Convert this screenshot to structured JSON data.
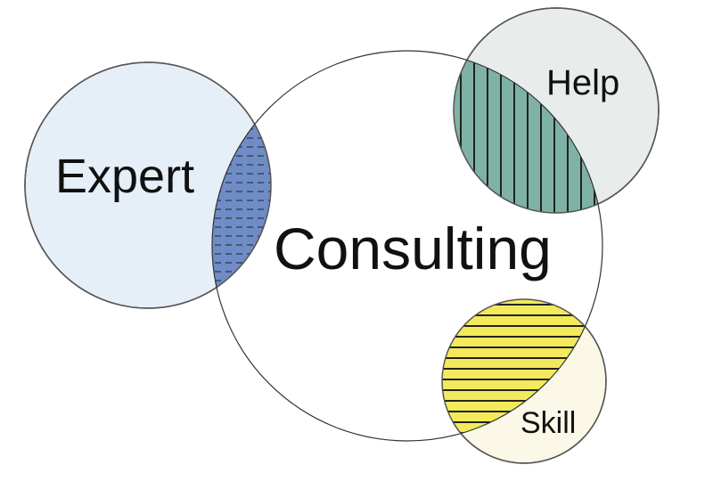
{
  "diagram": {
    "center_label": "Consulting",
    "circles": [
      {
        "id": "expert",
        "label": "Expert",
        "fill": "#e6eef8",
        "overlap_fill": "#6f8cc6",
        "overlap_pattern": "dashed-horizontal"
      },
      {
        "id": "help",
        "label": "Help",
        "fill": "#e8eceb",
        "overlap_fill": "#7fb2a6",
        "overlap_pattern": "vertical-lines"
      },
      {
        "id": "skill",
        "label": "Skill",
        "fill": "#fbf8e8",
        "overlap_fill": "#f2ea5a",
        "overlap_pattern": "horizontal-lines"
      }
    ]
  },
  "colors": {
    "outline": "#555555",
    "main_circle_stroke": "#333333",
    "hatch": "#222222"
  }
}
